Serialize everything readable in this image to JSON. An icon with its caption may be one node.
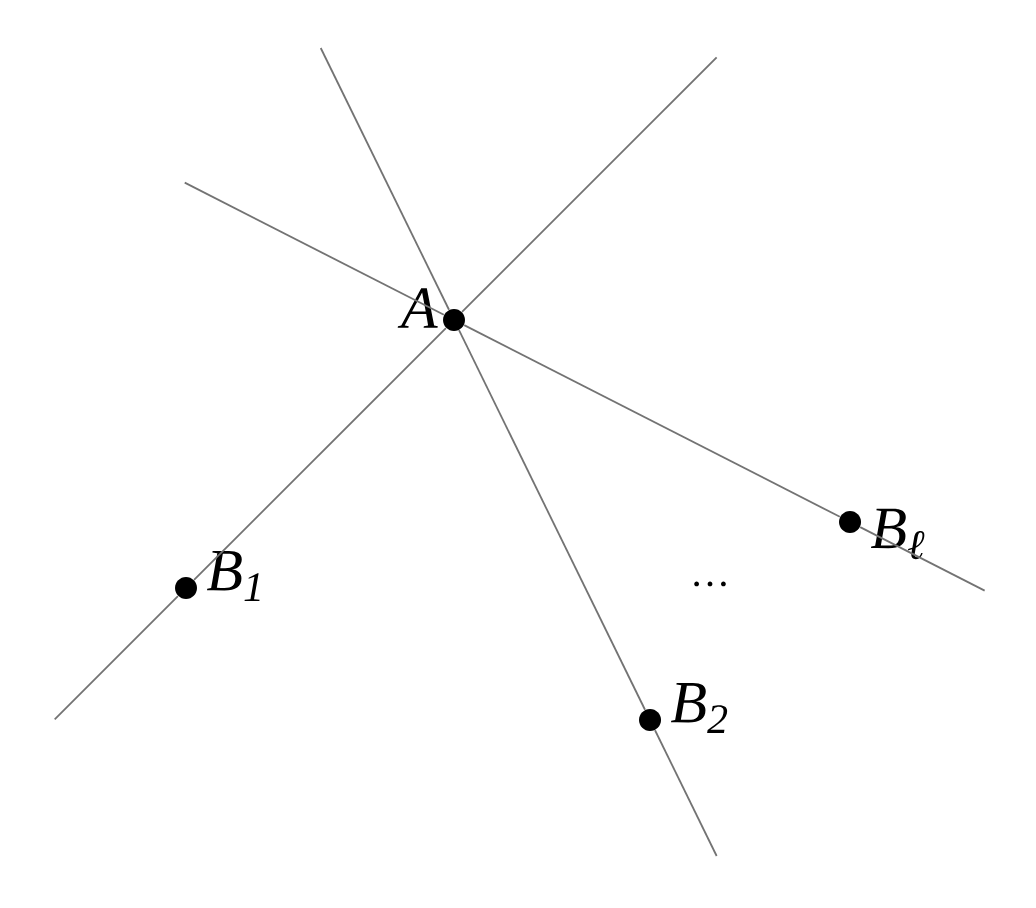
{
  "diagram": {
    "nodes": [
      {
        "text": [
          "A"
        ]
      },
      {
        "text": [
          "*B*$_{1}$"
        ]
      },
      {
        "text": [
          "*B*$_{2}$"
        ]
      },
      {
        "text": [
          "*B*$_{ℓ}$"
        ]
      }
    ],
    "edges": [
      {
        "from": 0,
        "to": 1,
        "arrow": "none"
      },
      {
        "from": 0,
        "to": 2,
        "arrow": "none"
      },
      {
        "from": 0,
        "to": 3,
        "arrow": "none"
      }
    ],
    "labels": [
      "…"
    ]
  }
}
